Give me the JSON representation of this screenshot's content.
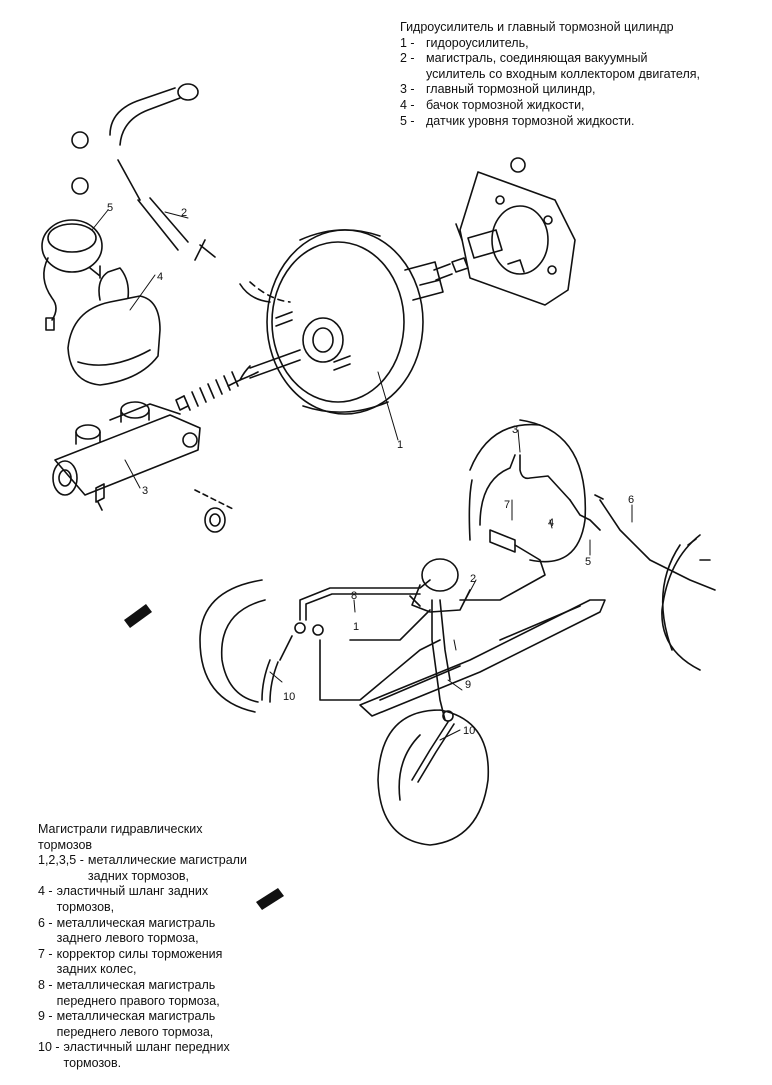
{
  "legend_top": {
    "title": "Гидроусилитель и главный тормозной цилиндр",
    "items": [
      {
        "num": "1 -",
        "text": "гидороусилитель,"
      },
      {
        "num": "2 -",
        "text": "магистраль, соединяющая вакуумный\nусилитель со входным коллектором двигателя,"
      },
      {
        "num": "3 -",
        "text": "главный тормозной цилиндр,"
      },
      {
        "num": "4 -",
        "text": "бачок тормозной жидкости,"
      },
      {
        "num": "5 -",
        "text": "датчик уровня тормозной жидкости."
      }
    ]
  },
  "legend_bottom": {
    "title": "Магистрали гидравлических\nтормозов",
    "items": [
      {
        "num": "1,2,3,5 -",
        "text": "металлические магистрали\nзадних тормозов,"
      },
      {
        "num": "4 -",
        "text": "эластичный шланг задних\nтормозов,"
      },
      {
        "num": "6 -",
        "text": "металлическая магистраль\nзаднего левого тормоза,"
      },
      {
        "num": "7 -",
        "text": "корректор силы торможения\nзадних колес,"
      },
      {
        "num": "8 -",
        "text": "металлическая магистраль\nпереднего правого тормоза,"
      },
      {
        "num": "9 -",
        "text": "металлическая магистраль\nпереднего левого тормоза,"
      },
      {
        "num": "10 -",
        "text": "эластичный шланг передних\nтормозов."
      }
    ]
  },
  "callouts": {
    "top": [
      "1",
      "2",
      "3",
      "4",
      "5"
    ],
    "bottom": [
      "1",
      "2",
      "3",
      "4",
      "5",
      "6",
      "7",
      "8",
      "9",
      "10",
      "10"
    ]
  }
}
